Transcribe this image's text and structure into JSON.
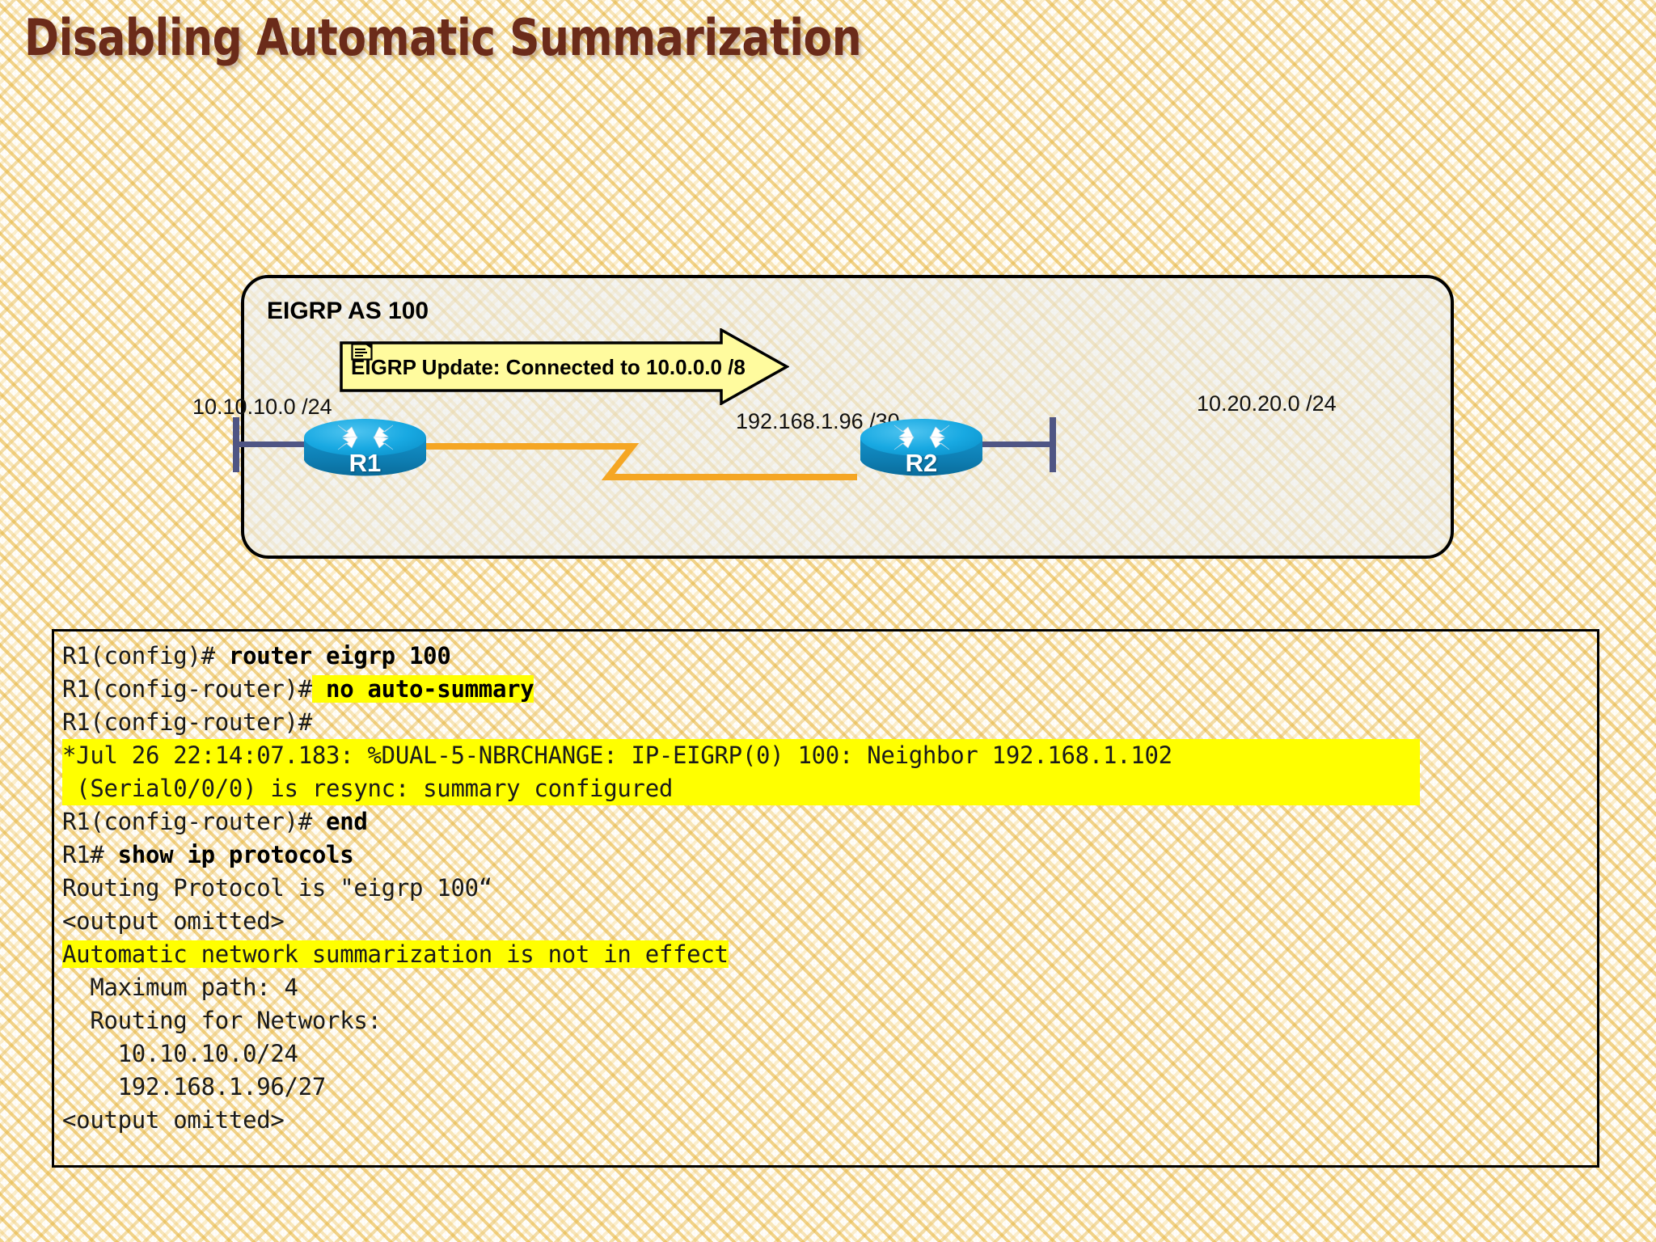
{
  "slide": {
    "title": "Disabling Automatic Summarization",
    "title_color": "#6B2B1A",
    "background": "woven-tan-texture"
  },
  "topology": {
    "as_label": "EIGRP AS 100",
    "update_banner": {
      "icon": "document-icon",
      "text": "EIGRP Update: Connected to 10.0.0.0 /8",
      "fill_color": "#FFFB9E",
      "border_color": "#000000"
    },
    "left_network_label": "10.10.10.0 /24",
    "serial_network_label": "192.168.1.96 /30",
    "right_network_label": "10.20.20.0 /24",
    "routers": [
      {
        "name": "R1",
        "icon": "cisco-router-icon"
      },
      {
        "name": "R2",
        "icon": "cisco-router-icon"
      }
    ],
    "link_colors": {
      "lan": "#4F5584",
      "serial": "#F5A623"
    },
    "panel_fill": "#ECEEEC",
    "panel_border": "#000000"
  },
  "console": {
    "highlight_color": "#FFFF00",
    "lines": [
      {
        "prompt": "R1(config)#",
        "command": " router eigrp 100",
        "highlight": "none"
      },
      {
        "prompt": "R1(config-router)#",
        "command": " no auto-summary",
        "highlight": "command"
      },
      {
        "prompt": "R1(config-router)#",
        "command": "",
        "highlight": "none"
      },
      {
        "prompt": "",
        "command": "",
        "output": "*Jul 26 22:14:07.183: %DUAL-5-NBRCHANGE: IP-EIGRP(0) 100: Neighbor 192.168.1.102",
        "highlight": "full"
      },
      {
        "prompt": "",
        "command": "",
        "output": " (Serial0/0/0) is resync: summary configured",
        "highlight": "full"
      },
      {
        "prompt": "R1(config-router)#",
        "command": " end",
        "highlight": "none"
      },
      {
        "prompt": "R1#",
        "command": " show ip protocols",
        "highlight": "none"
      },
      {
        "prompt": "",
        "command": "",
        "output": "Routing Protocol is \"eigrp 100“",
        "highlight": "none"
      },
      {
        "prompt": "",
        "command": "",
        "output": "<output omitted>",
        "highlight": "none"
      },
      {
        "prompt": "",
        "command": "",
        "output": "Automatic network summarization is not in effect",
        "highlight": "output"
      },
      {
        "prompt": "",
        "command": "",
        "output": "  Maximum path: 4",
        "highlight": "none"
      },
      {
        "prompt": "",
        "command": "",
        "output": "  Routing for Networks:",
        "highlight": "none"
      },
      {
        "prompt": "",
        "command": "",
        "output": "    10.10.10.0/24",
        "highlight": "none"
      },
      {
        "prompt": "",
        "command": "",
        "output": "    192.168.1.96/27",
        "highlight": "none"
      },
      {
        "prompt": "",
        "command": "",
        "output": "<output omitted>",
        "highlight": "none"
      }
    ]
  }
}
